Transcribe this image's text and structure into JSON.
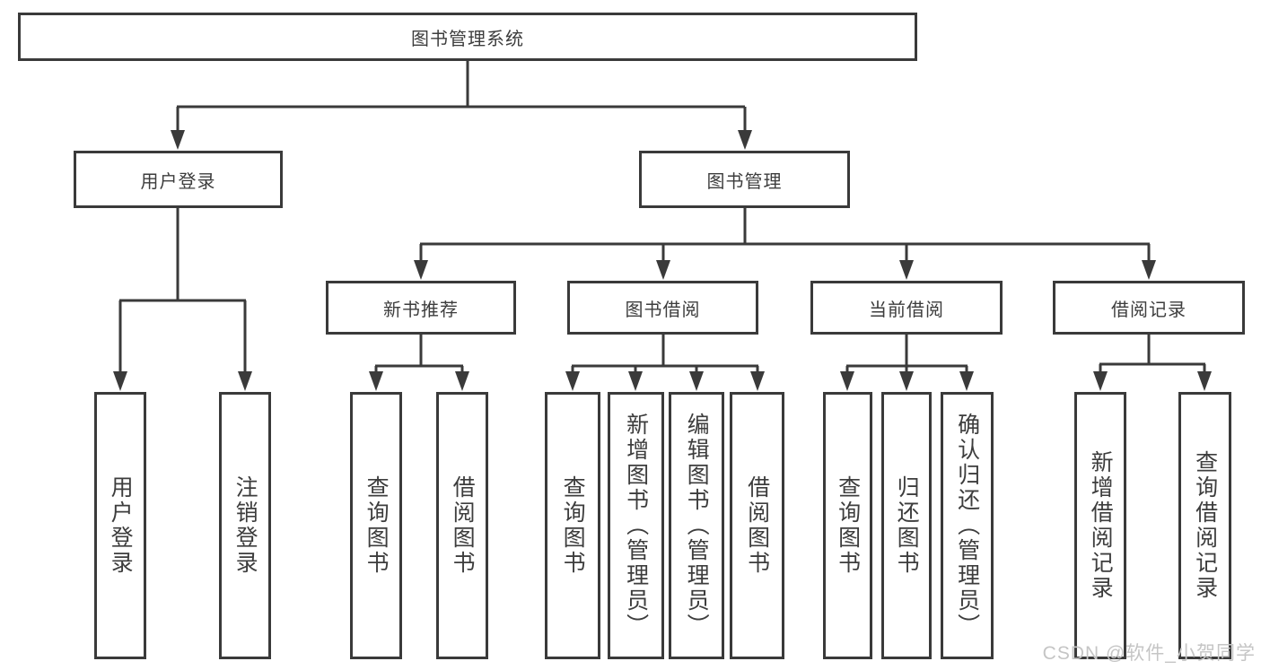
{
  "diagram": {
    "type": "hierarchy-tree",
    "line_color": "#3a3a3a",
    "root": {
      "label": "图书管理系统"
    },
    "level2": [
      {
        "label": "用户登录",
        "parent": "图书管理系统"
      },
      {
        "label": "图书管理",
        "parent": "图书管理系统"
      }
    ],
    "level3": [
      {
        "label": "新书推荐",
        "parent": "图书管理"
      },
      {
        "label": "图书借阅",
        "parent": "图书管理"
      },
      {
        "label": "当前借阅",
        "parent": "图书管理"
      },
      {
        "label": "借阅记录",
        "parent": "图书管理"
      }
    ],
    "leaves": [
      {
        "label": "用户登录",
        "parent": "用户登录"
      },
      {
        "label": "注销登录",
        "parent": "用户登录"
      },
      {
        "label": "查询图书",
        "parent": "新书推荐"
      },
      {
        "label": "借阅图书",
        "parent": "新书推荐"
      },
      {
        "label": "查询图书",
        "parent": "图书借阅"
      },
      {
        "label": "新增图书（管理员）",
        "parent": "图书借阅"
      },
      {
        "label": "编辑图书（管理员）",
        "parent": "图书借阅"
      },
      {
        "label": "借阅图书",
        "parent": "图书借阅"
      },
      {
        "label": "查询图书",
        "parent": "当前借阅"
      },
      {
        "label": "归还图书",
        "parent": "当前借阅"
      },
      {
        "label": "确认归还（管理员）",
        "parent": "当前借阅"
      },
      {
        "label": "新增借阅记录",
        "parent": "借阅记录"
      },
      {
        "label": "查询借阅记录",
        "parent": "借阅记录"
      }
    ]
  },
  "watermark": {
    "text": "CSDN @软件_小贺同学",
    "color": "#c5c5c5"
  }
}
